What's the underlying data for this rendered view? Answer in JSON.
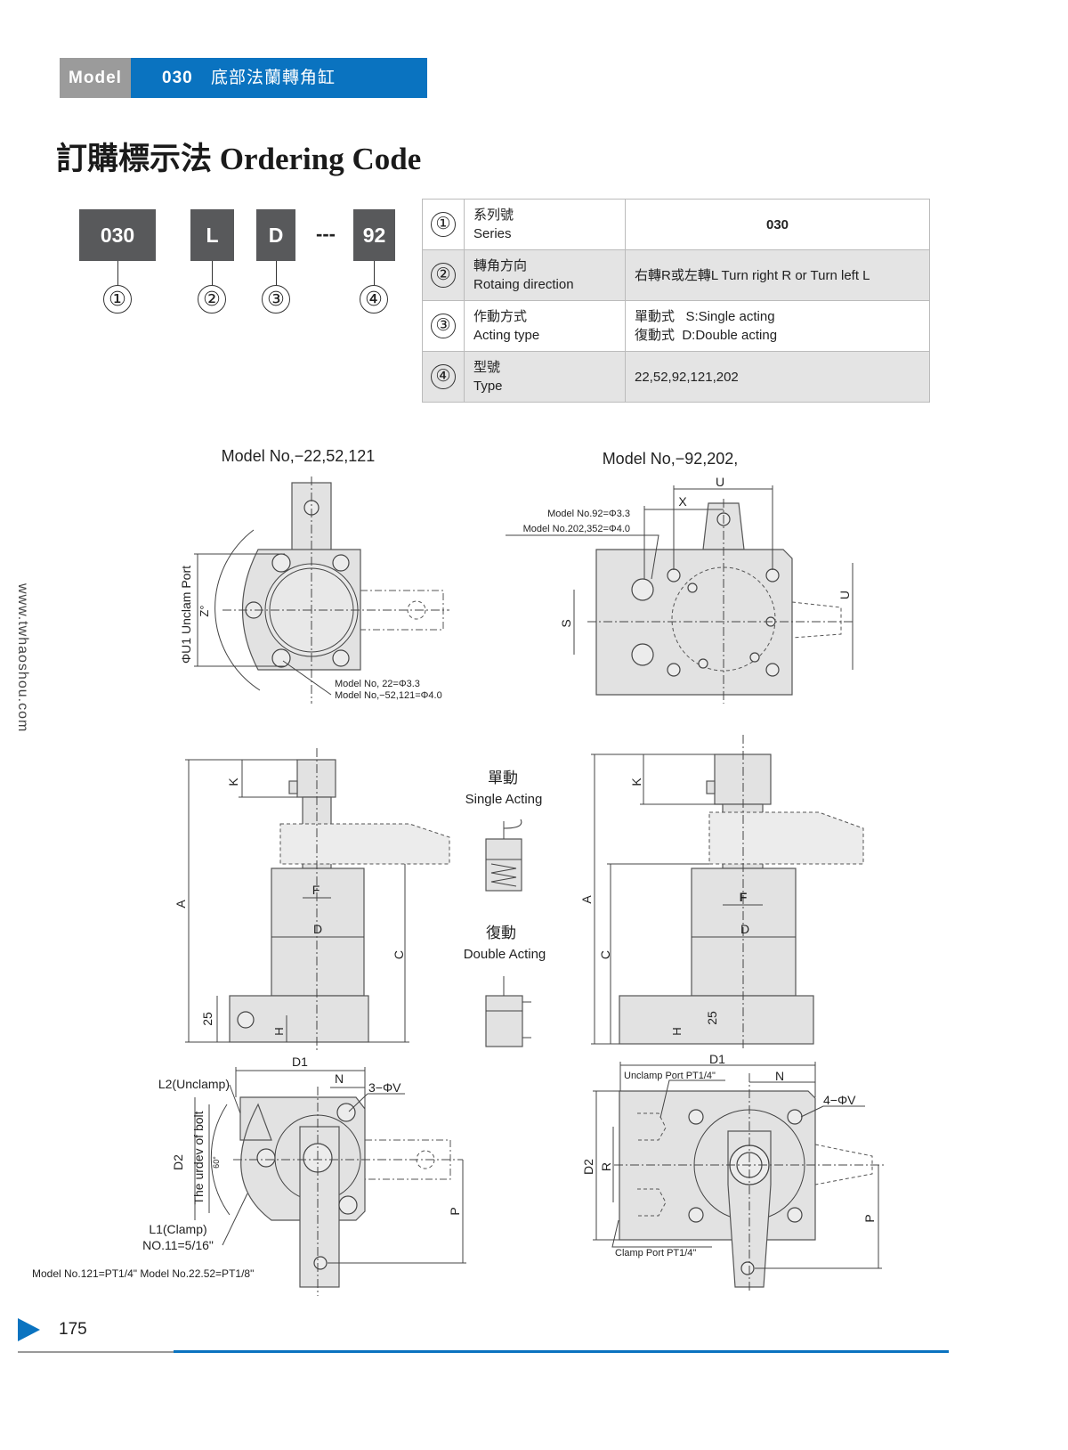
{
  "header": {
    "model_label": "Model",
    "model_code": "030",
    "model_name": "底部法蘭轉角缸"
  },
  "title": "訂購標示法 Ordering Code",
  "code": {
    "parts": [
      "030",
      "L",
      "D",
      "92"
    ],
    "separator": "---",
    "markers": [
      "①",
      "②",
      "③",
      "④"
    ]
  },
  "table": {
    "rows": [
      {
        "num": "①",
        "label_cn": "系列號",
        "label_en": "Series",
        "value": "030"
      },
      {
        "num": "②",
        "label_cn": "轉角方向",
        "label_en": "Rotaing direction",
        "value": "右轉R或左轉L Turn right R or Turn left L"
      },
      {
        "num": "③",
        "label_cn": "作動方式",
        "label_en": "Acting type",
        "value": "單動式   S:Single acting",
        "value2": "復動式  D:Double acting"
      },
      {
        "num": "④",
        "label_cn": "型號",
        "label_en": "Type",
        "value": "22,52,92,121,202"
      }
    ]
  },
  "side_url": "www.twhaoshou.com",
  "drawings": {
    "left_title": "Model No,−22,52,121",
    "right_title": "Model No,−92,202,",
    "tl": {
      "port": "ΦU1 Unclam Port",
      "angle": "Z°",
      "note1": "Model No,  22=Φ3.3",
      "note2": "Model No,−52,121=Φ4.0"
    },
    "tr": {
      "u": "U",
      "x": "X",
      "s": "S",
      "u2": "U",
      "note1": "Model No.92=Φ3.3",
      "note2": "Model No.202,352=Φ4.0"
    },
    "ml": {
      "a": "A",
      "k": "K",
      "f": "F",
      "d": "D",
      "c": "C",
      "h": "H",
      "d25": "25"
    },
    "mid": {
      "single_cn": "單動",
      "single_en": "Single Acting",
      "double_cn": "復動",
      "double_en": "Double Acting"
    },
    "mr": {
      "a": "A",
      "k": "K",
      "f": "F",
      "d": "D",
      "c": "C",
      "h": "H",
      "d25": "25"
    },
    "bl": {
      "d1": "D1",
      "n": "N",
      "v": "3−ΦV",
      "l2": "L2(Unclamp)",
      "d2": "D2",
      "bolt": "The urdev of bolt",
      "angle": "60°",
      "l1": "L1(Clamp)",
      "no11": "NO.11=5/16\"",
      "p": "P",
      "note": "Model No.121=PT1/4\"  Model No.22.52=PT1/8\""
    },
    "br": {
      "d1": "D1",
      "unclamp": "Unclamp Port PT1/4\"",
      "n": "N",
      "v": "4−ΦV",
      "d2": "D2",
      "r": "R",
      "clamp": "Clamp Port PT1/4\"",
      "p": "P"
    }
  },
  "footer": {
    "page": "175"
  },
  "colors": {
    "brand": "#0a73c0",
    "gray": "#9b9b9b"
  }
}
